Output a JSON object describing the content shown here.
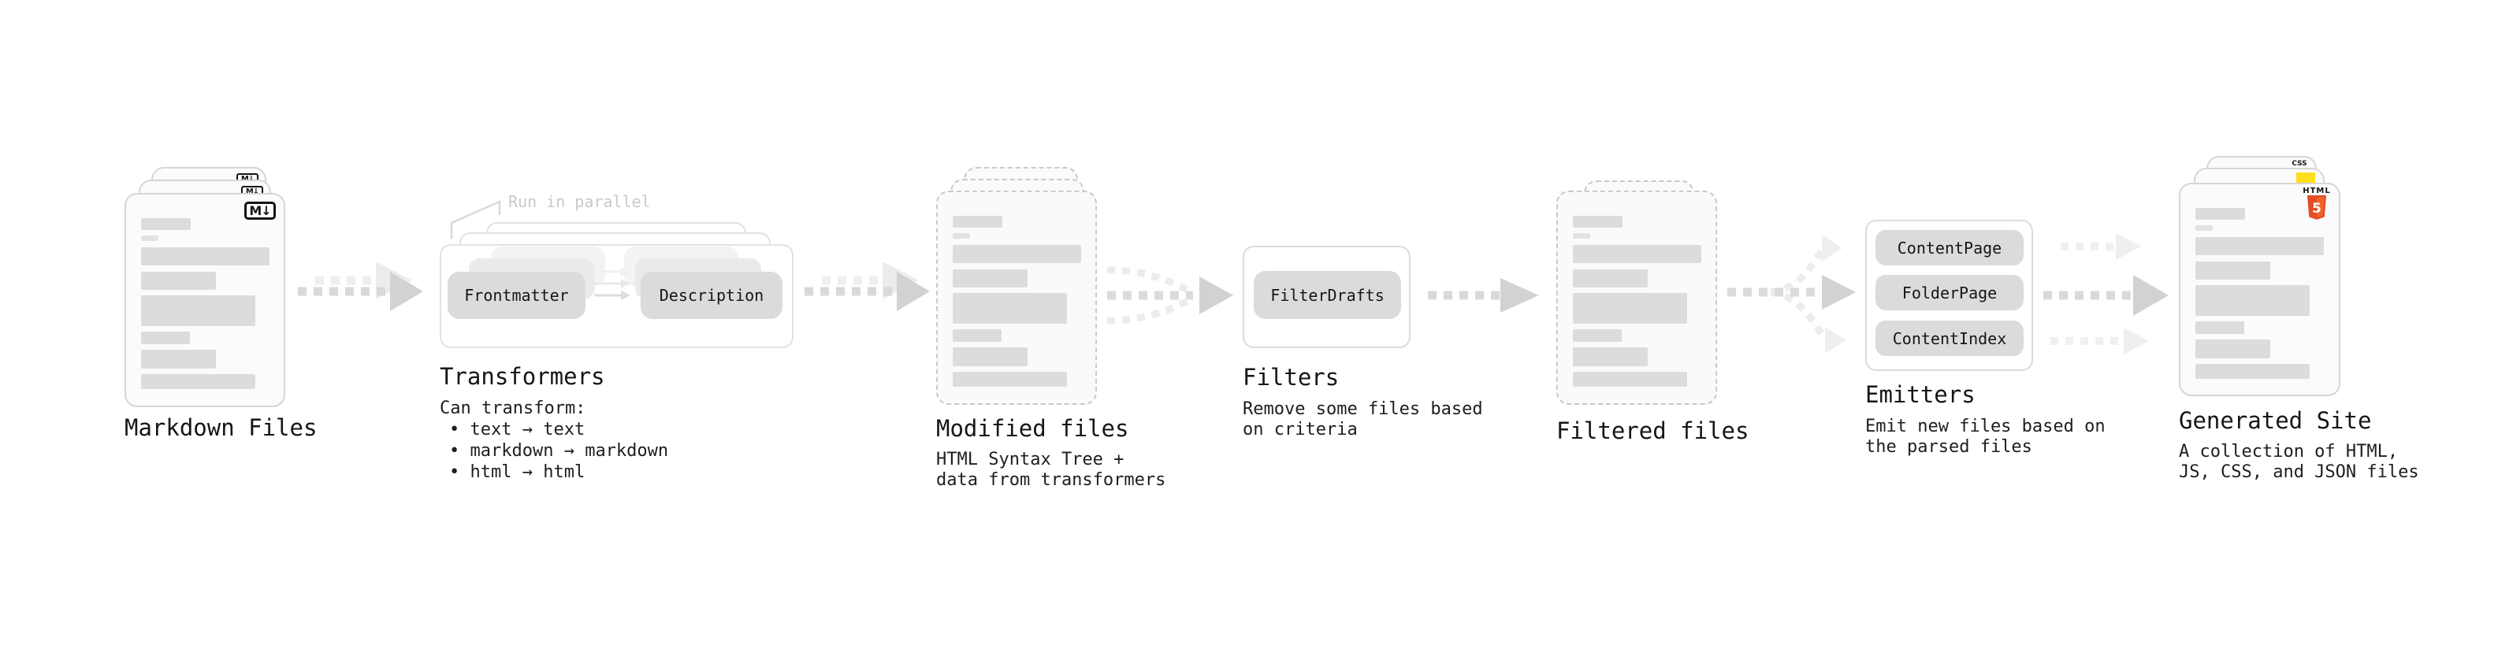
{
  "markdown": {
    "label": "Markdown Files",
    "badge": "M↓"
  },
  "transformers": {
    "label": "Transformers",
    "annotation": "Run in parallel",
    "pill_left": "Frontmatter",
    "pill_right": "Description",
    "note": "Can transform:",
    "bullets": [
      "text → text",
      "markdown → markdown",
      "html → html"
    ]
  },
  "modified": {
    "label": "Modified files",
    "desc": [
      "HTML Syntax Tree +",
      "data from transformers"
    ]
  },
  "filters": {
    "label": "Filters",
    "pill": "FilterDrafts",
    "desc": [
      "Remove some files based",
      "on criteria"
    ]
  },
  "filtered": {
    "label": "Filtered files"
  },
  "emitters": {
    "label": "Emitters",
    "pills": [
      "ContentPage",
      "FolderPage",
      "ContentIndex"
    ],
    "desc": [
      "Emit new files based on",
      "the parsed files"
    ]
  },
  "generated": {
    "label": "Generated Site",
    "desc": [
      "A collection of HTML,",
      "JS, CSS, and JSON files"
    ],
    "badges": {
      "css": "CSS",
      "html_word": "HTML",
      "html_num": "5"
    }
  },
  "colors": {
    "arrow_dark": "#d2d2d2",
    "arrow_light": "#efefef",
    "html5_orange": "#e44d26",
    "html5_orange_light": "#f16529",
    "js_yellow": "#ffdf1b",
    "css_blue": "#2f6ae0"
  }
}
